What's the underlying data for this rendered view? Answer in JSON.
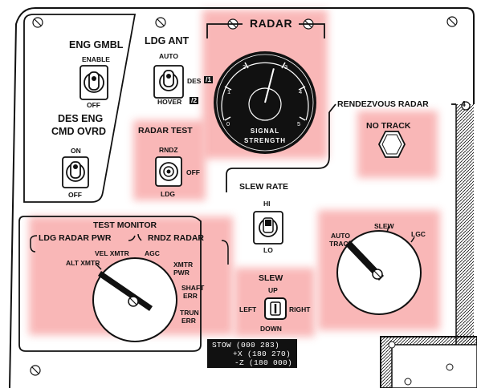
{
  "radar_section": {
    "title": "RADAR"
  },
  "eng_gmbl": {
    "title": "ENG GMBL",
    "enable": "ENABLE",
    "off": "OFF"
  },
  "des_eng": {
    "title_line1": "DES ENG",
    "title_line2": "CMD OVRD",
    "on": "ON",
    "off": "OFF"
  },
  "ldg_ant": {
    "title": "LDG ANT",
    "auto": "AUTO",
    "des": "DES",
    "des_tag": "/1",
    "hover": "HOVER",
    "hover_tag": "/2"
  },
  "signal_strength": {
    "line1": "SIGNAL",
    "line2": "STRENGTH",
    "ticks": [
      "0",
      "1",
      "2",
      "3",
      "4",
      "5"
    ],
    "pointer_value": 2.8
  },
  "radar_test": {
    "title": "RADAR TEST",
    "rndz": "RNDZ",
    "off": "OFF",
    "ldg": "LDG"
  },
  "rendezvous_radar": {
    "title": "RENDEZVOUS RADAR",
    "no_track": "NO TRACK",
    "edge_tag": "4"
  },
  "slew_rate": {
    "title": "SLEW RATE",
    "hi": "HI",
    "lo": "LO"
  },
  "test_monitor": {
    "title": "TEST MONITOR",
    "ldg_radar_pwr": "LDG RADAR PWR",
    "rndz_radar": "RNDZ RADAR",
    "positions": {
      "alt_xmtr": "ALT XMTR",
      "vel_xmtr": "VEL XMTR",
      "agc": "AGC",
      "xmtr_pwr_1": "XMTR",
      "xmtr_pwr_2": "PWR",
      "shaft_err_1": "SHAFT",
      "shaft_err_2": "ERR",
      "trun_err_1": "TRUN",
      "trun_err_2": "ERR"
    }
  },
  "slew": {
    "title": "SLEW",
    "up": "UP",
    "left": "LEFT",
    "right": "RIGHT",
    "down": "DOWN"
  },
  "mode_selector": {
    "auto_1": "AUTO",
    "auto_2": "TRACK",
    "slew": "SLEW",
    "lgc": "LGC"
  },
  "stow": {
    "line1": "STOW (000 283)",
    "line2": "+X (180 270)",
    "line3": "-Z (180 000)"
  },
  "colors": {
    "highlight": "#f9b4b4",
    "ink": "#111111",
    "panel": "#ffffff"
  }
}
